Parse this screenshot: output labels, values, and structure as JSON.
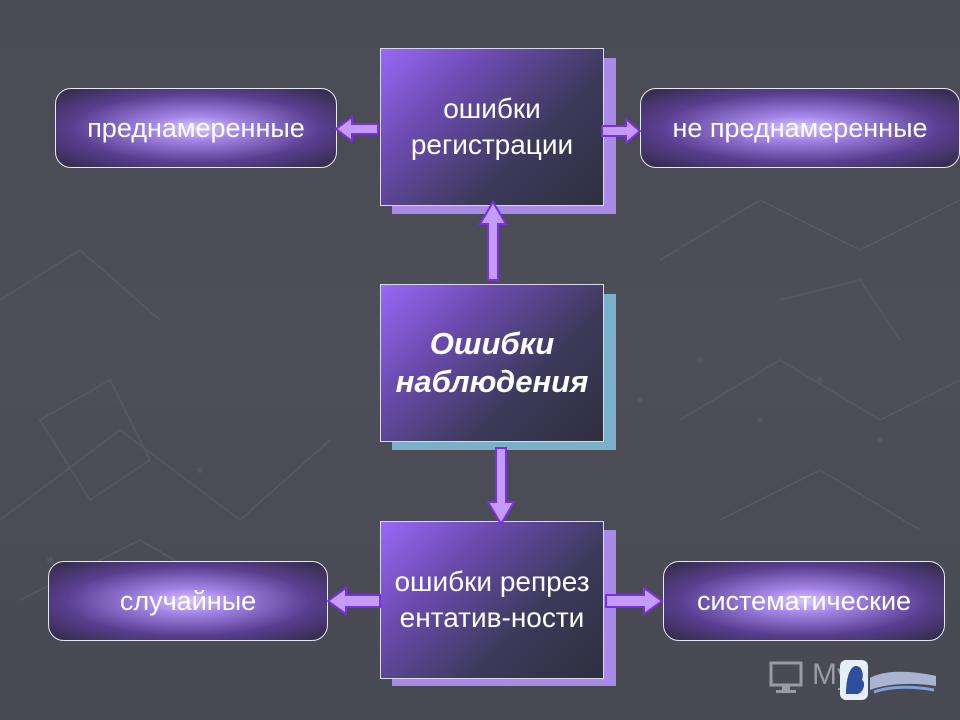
{
  "diagram": {
    "registration_errors": "ошибки регистрации",
    "intentional": "преднамеренные",
    "unintentional": "не преднамеренные",
    "observation_errors": "Ошибки наблюдения",
    "representativeness_errors": "ошибки репрезентатив-ности",
    "random": "случайные",
    "systematic": "систематические"
  },
  "watermark": {
    "brand": "My"
  },
  "colors": {
    "background": "#4a4b55",
    "box_purple": "#9a68f6",
    "arrow_fill": "#c39cf7",
    "arrow_stroke": "#7b2fe0"
  }
}
